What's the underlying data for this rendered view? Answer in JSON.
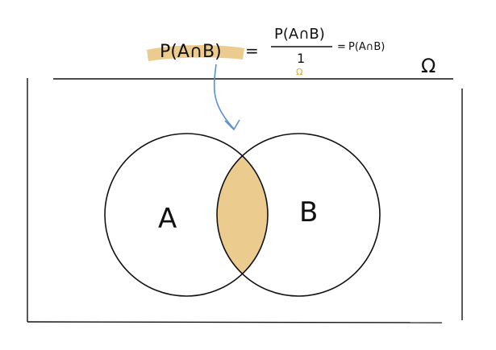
{
  "formula": {
    "lhs": "P(A∩B)",
    "equals": "=",
    "numerator": "P(A∩B)",
    "denominator": "1",
    "denominator_note": "Ω",
    "result_equals": "=",
    "result": "P(A∩B)"
  },
  "universe_label": "Ω",
  "set_a_label": "A",
  "set_b_label": "B",
  "colors": {
    "highlight": "#e8c27a",
    "arrow": "#5b8fd6",
    "ink": "#111111"
  }
}
